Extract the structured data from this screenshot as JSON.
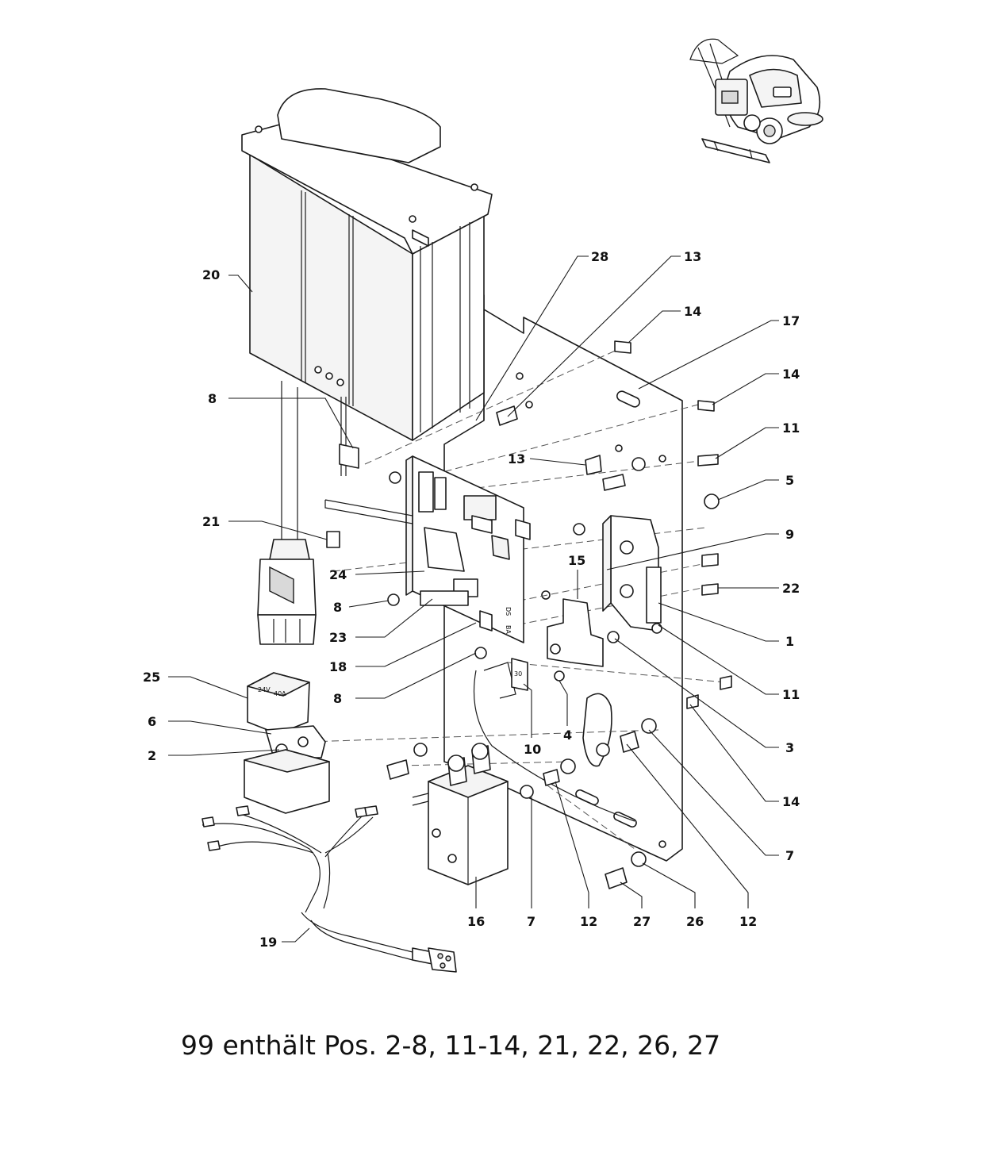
{
  "callouts": {
    "c1": "1",
    "c2": "2",
    "c3": "3",
    "c4": "4",
    "c5": "5",
    "c6": "6",
    "c7a": "7",
    "c7b": "7",
    "c8a": "8",
    "c8b": "8",
    "c8c": "8",
    "c9": "9",
    "c10": "10",
    "c11a": "11",
    "c11b": "11",
    "c12a": "12",
    "c12b": "12",
    "c13a": "13",
    "c13b": "13",
    "c14a": "14",
    "c14b": "14",
    "c14c": "14",
    "c15": "15",
    "c16": "16",
    "c17": "17",
    "c18": "18",
    "c19": "19",
    "c20": "20",
    "c21": "21",
    "c22": "22",
    "c23": "23",
    "c24": "24",
    "c25": "25",
    "c26": "26",
    "c27": "27",
    "c28": "28"
  },
  "part_markings": {
    "board_text_1": "DS",
    "board_text_2": "BA",
    "relay_text_1": "24V",
    "relay_text_2": "40A",
    "fuse_text": "30"
  },
  "caption": "99 enthält Pos. 2-8, 11-14, 21, 22, 26, 27"
}
